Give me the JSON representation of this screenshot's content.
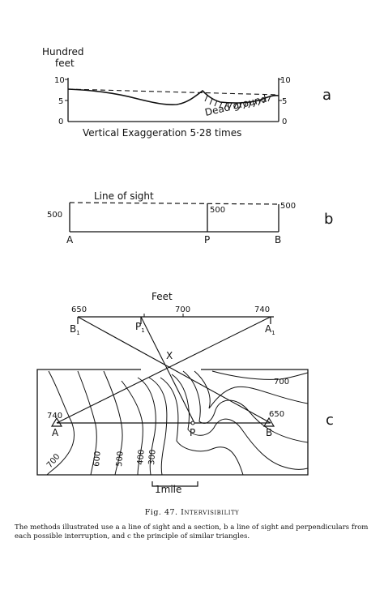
{
  "panel_a": {
    "y_label_line1": "Hundred",
    "y_label_line2": "feet",
    "tick_left_10": "10",
    "tick_left_5": "5",
    "tick_left_0": "0",
    "tick_right_10": "10",
    "tick_right_5": "5",
    "tick_right_0": "0",
    "dead_ground": "Dead ground",
    "exaggeration": "Vertical Exaggeration 5·28 times",
    "letter": "a"
  },
  "panel_b": {
    "line_of_sight": "Line of sight",
    "left_height": "500",
    "mid_height": "500",
    "right_height": "500",
    "point_a": "A",
    "point_p": "P",
    "point_b": "B",
    "letter": "b"
  },
  "panel_c": {
    "scale_title": "Feet",
    "scale_650": "650",
    "scale_700": "700",
    "scale_740": "740",
    "b1": "B",
    "p1": "P",
    "a1": "A",
    "sub1": "1",
    "x_label": "X",
    "map_740": "740",
    "map_a": "A",
    "map_650": "650",
    "map_b": "B",
    "map_p": "P",
    "contour_700_top": "700",
    "contour_700_left": "700",
    "contour_600": "600",
    "contour_500": "500",
    "contour_400": "400",
    "contour_300": "300",
    "scale_bar": "1mile",
    "letter": "c"
  },
  "caption": {
    "fig": "Fig. 47.",
    "title": "Intervisibility"
  },
  "description": "The methods illustrated use a a line of sight and a section, b a line of sight and perpendiculars from each possible interruption, and c the principle of similar triangles."
}
